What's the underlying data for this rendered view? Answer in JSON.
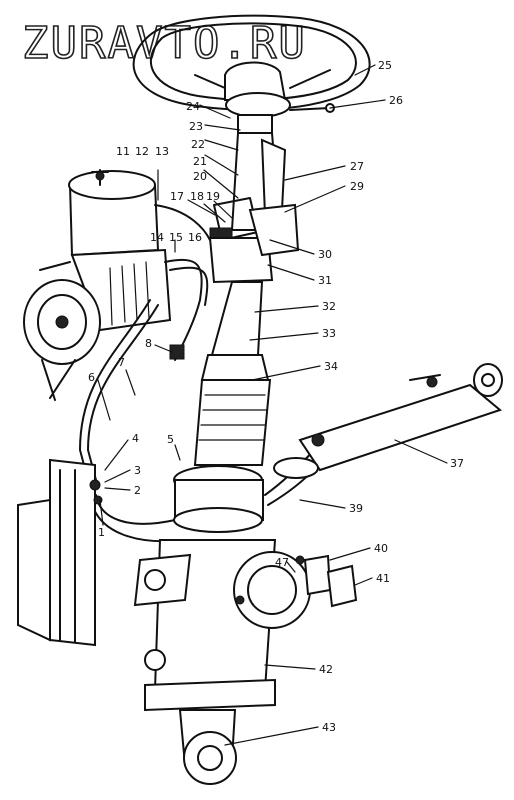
{
  "watermark": "ZURAVTO.RU",
  "callouts": {
    "c1": "1",
    "c2": "2",
    "c3": "3",
    "c4": "4",
    "c5": "5",
    "c6": "6",
    "c7": "7",
    "c8": "8",
    "c11": "11",
    "c12": "12",
    "c13": "13",
    "c14": "14",
    "c15": "15",
    "c16": "16",
    "c17": "17",
    "c18": "18",
    "c19": "19",
    "c20": "20",
    "c21": "21",
    "c22": "22",
    "c23": "23",
    "c24": "24",
    "c25": "25",
    "c26": "26",
    "c27": "27",
    "c29": "29",
    "c30": "30",
    "c31": "31",
    "c32": "32",
    "c33": "33",
    "c34": "34",
    "c37": "37",
    "c39": "39",
    "c40": "40",
    "c41": "41",
    "c42": "42",
    "c43": "43",
    "c47": "47"
  }
}
